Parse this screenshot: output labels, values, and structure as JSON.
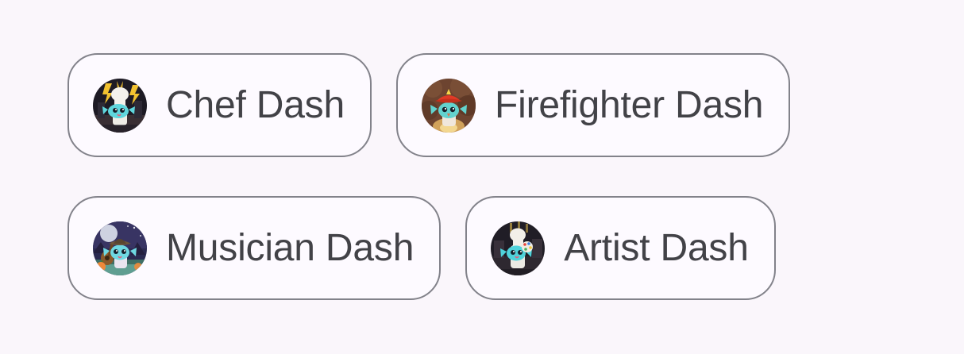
{
  "page": {
    "background_color": "#faf6fb",
    "layout": "2x2-chip-grid"
  },
  "chip_style": {
    "fill_color": "#fdfaff",
    "border_color": "#82828a",
    "text_color": "#424247"
  },
  "chips": [
    {
      "id": "chef-dash",
      "label": "Chef Dash",
      "avatar_name": "chef-dash-avatar",
      "avatar_theme": "dark-stage-with-yellow-lightning-bolts",
      "avatar_background_color": "#1d1a24",
      "avatar_accent_color": "#f2c230",
      "character_color": "#5fd6dd",
      "hat_color": "#f4f1ec",
      "row": 0,
      "column": 0
    },
    {
      "id": "firefighter-dash",
      "label": "Firefighter Dash",
      "avatar_name": "firefighter-dash-avatar",
      "avatar_theme": "brown-smoke-with-red-fire-helmet",
      "avatar_background_color": "#6d4430",
      "avatar_accent_color": "#e03a26",
      "character_color": "#63d3cf",
      "hat_color": "#e03a26",
      "row": 0,
      "column": 1
    },
    {
      "id": "musician-dash",
      "label": "Musician Dash",
      "avatar_name": "musician-dash-avatar",
      "avatar_theme": "night-scene-with-moon-guitar-and-pumpkins",
      "avatar_background_color": "#2b2a51",
      "avatar_accent_color": "#f0893a",
      "character_color": "#6fd8e2",
      "hat_color": "#6b553c",
      "row": 1,
      "column": 0
    },
    {
      "id": "artist-dash",
      "label": "Artist Dash",
      "avatar_name": "artist-dash-avatar",
      "avatar_theme": "dark-studio-with-paint-palette",
      "avatar_background_color": "#201d26",
      "avatar_accent_color": "#e8c24f",
      "character_color": "#4fd2da",
      "hat_color": "#f2efe9",
      "row": 1,
      "column": 1
    }
  ]
}
